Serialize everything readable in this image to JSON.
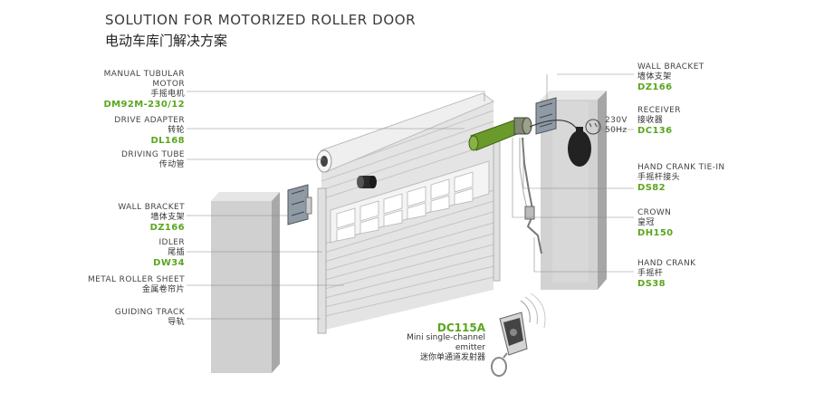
{
  "title": "SOLUTION FOR MOTORIZED ROLLER DOOR",
  "subtitle": "电动车库门解决方案",
  "left_labels": [
    {
      "name": "MANUAL TUBULAR MOTOR",
      "cn": "手摇电机",
      "code": "DM92M-230/12"
    },
    {
      "name": "DRIVE ADAPTER",
      "cn": "转轮",
      "code": "DL168"
    },
    {
      "name": "DRIVING TUBE",
      "cn": "传动管",
      "code": ""
    },
    {
      "name": "WALL BRACKET",
      "cn": "墙体支架",
      "code": "DZ166"
    },
    {
      "name": "IDLER",
      "cn": "尾插",
      "code": "DW34"
    },
    {
      "name": "METAL ROLLER SHEET",
      "cn": "金属卷帘片",
      "code": ""
    },
    {
      "name": "GUIDING TRACK",
      "cn": "导轨",
      "code": ""
    }
  ],
  "right_labels": [
    {
      "name": "WALL BRACKET",
      "cn": "墙体支架",
      "code": "DZ166"
    },
    {
      "name": "RECEIVER",
      "cn": "接收器",
      "code": "DC136"
    },
    {
      "name": "HAND CRANK TIE-IN",
      "cn": "手摇杆接头",
      "code": "DS82"
    },
    {
      "name": "CROWN",
      "cn": "皇冠",
      "code": "DH150"
    },
    {
      "name": "HAND CRANK",
      "cn": "手摇杆",
      "code": "DS38"
    }
  ],
  "power": {
    "voltage": "230V",
    "frequency": "50Hz"
  },
  "remote": {
    "code": "DC115A",
    "desc": "Mini single-channel emitter",
    "cn": "迷你单通道发射器"
  },
  "colors": {
    "accent_green": "#5aa61e",
    "motor_green": "#6a9a2a",
    "wall_grey": "#c9c9c9"
  }
}
